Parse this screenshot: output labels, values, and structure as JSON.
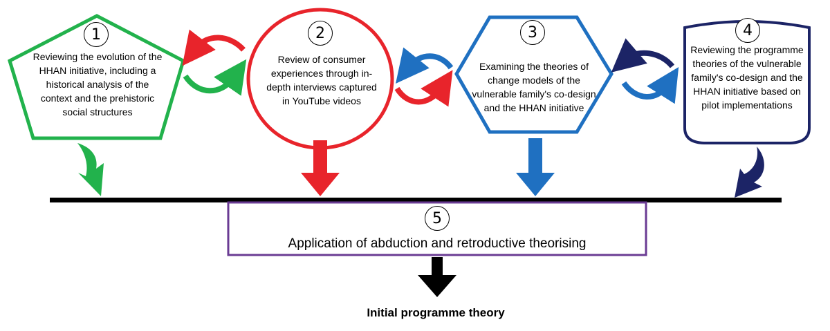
{
  "stages": [
    {
      "number": "1",
      "text": "Reviewing the evolution of the HHAN initiative, including a historical analysis of the context and the prehistoric social structures",
      "color": "#22b24c",
      "shape": "pentagon"
    },
    {
      "number": "2",
      "text": "Review of consumer experiences through in-depth interviews captured in YouTube videos",
      "color": "#e8242b",
      "shape": "ellipse"
    },
    {
      "number": "3",
      "text": "Examining the theories of change models of the vulnerable family's co-design and the HHAN initiative",
      "color": "#1f70c1",
      "shape": "hexagon"
    },
    {
      "number": "4",
      "text": "Reviewing the programme theories of the vulnerable family's co-design and the HHAN initiative based on pilot implementations",
      "color": "#1c2466",
      "shape": "rounded-shield"
    }
  ],
  "application": {
    "number": "5",
    "text": "Application of abduction and retroductive theorising",
    "border_color": "#6a3b93"
  },
  "outcome": {
    "text": "Initial programme theory"
  },
  "colors": {
    "bar": "#000000",
    "final_arrow": "#000000"
  }
}
